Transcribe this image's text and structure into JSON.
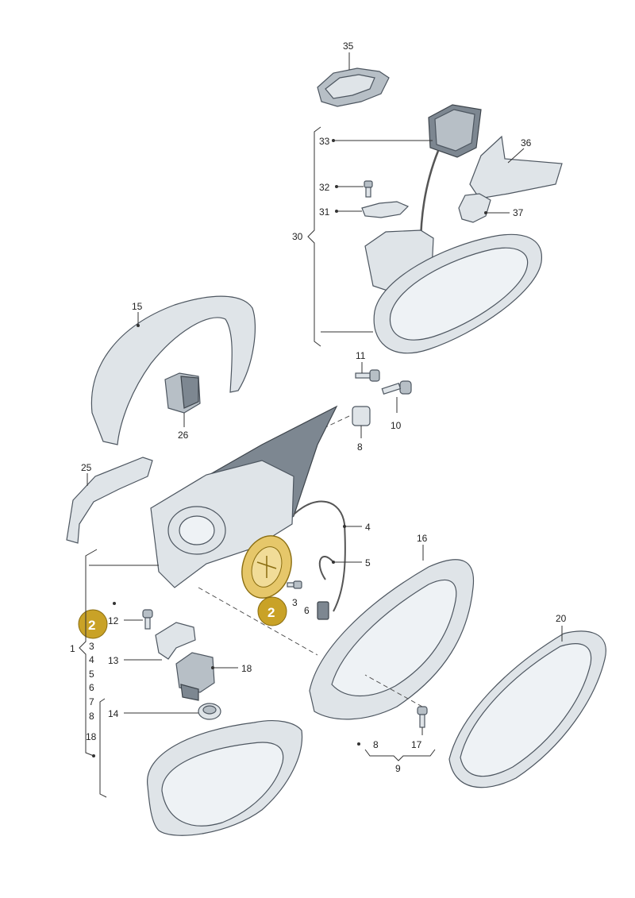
{
  "labels": {
    "p1": "1",
    "p2": "2",
    "p3a": "3",
    "p3b": "3",
    "p4a": "4",
    "p4b": "4",
    "p5a": "5",
    "p5b": "5",
    "p6a": "6",
    "p6b": "6",
    "p7": "7",
    "p8a": "8",
    "p8b": "8",
    "p8c": "8",
    "p9": "9",
    "p10": "10",
    "p11": "11",
    "p12": "12",
    "p13": "13",
    "p14": "14",
    "p15": "15",
    "p16": "16",
    "p17": "17",
    "p18a": "18",
    "p18b": "18",
    "p20": "20",
    "p25": "25",
    "p26": "26",
    "p30": "30",
    "p31": "31",
    "p32": "32",
    "p33": "33",
    "p35": "35",
    "p36": "36",
    "p37": "37"
  },
  "highlight": {
    "badge_left": "2",
    "badge_center": "2",
    "color": "#c9a227"
  },
  "colors": {
    "part_fill": "#dfe4e8",
    "part_stroke": "#4d5660",
    "highlight": "#c9a227"
  }
}
